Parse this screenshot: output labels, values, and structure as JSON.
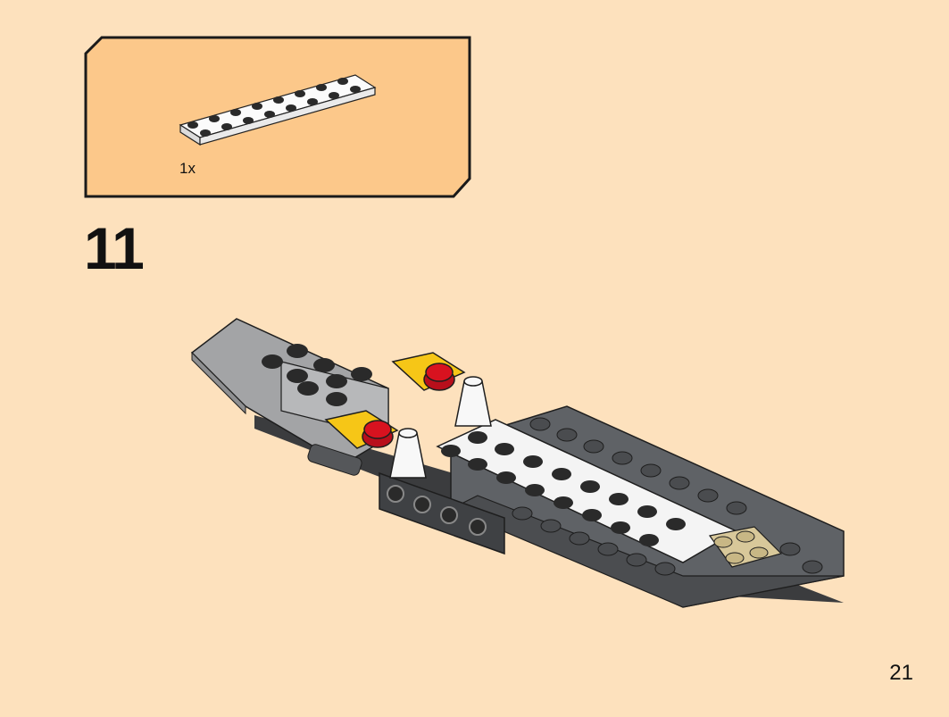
{
  "parts_callout": {
    "items": [
      {
        "quantity_label": "1x",
        "part": "white-plate-2x8-icon"
      }
    ]
  },
  "step": {
    "number": "11"
  },
  "page": {
    "number": "21"
  },
  "colors": {
    "background": "#fde1bd",
    "callout_fill": "#fcc88a",
    "callout_border": "#1a1a1a",
    "dark_gray": "#5f6266",
    "light_gray": "#a3a4a6",
    "white": "#f7f7f7",
    "yellow": "#f6c617",
    "red": "#c8101d",
    "tan": "#d8c89a"
  }
}
